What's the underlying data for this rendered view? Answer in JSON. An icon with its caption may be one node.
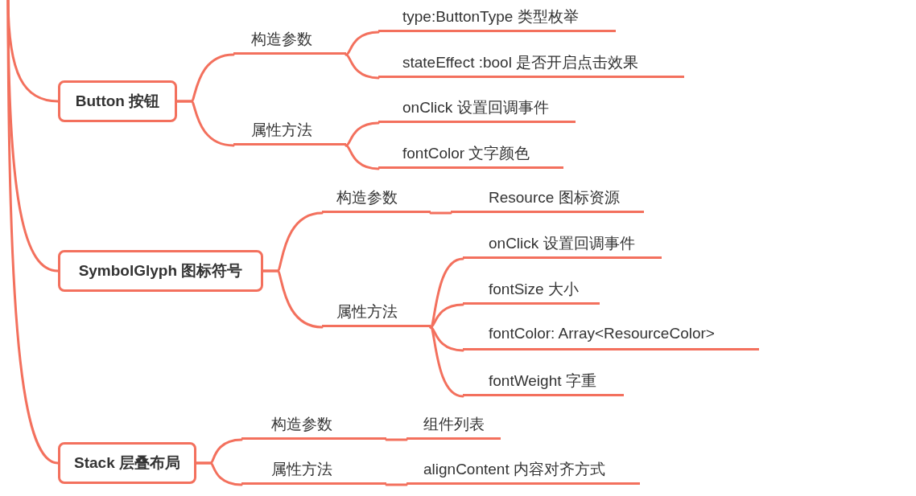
{
  "diagram": {
    "nodes": [
      {
        "text": [
          "Button 按钮"
        ]
      },
      {
        "text": [
          "构造参数"
        ]
      },
      {
        "text": [
          "type:ButtonType 类型枚举"
        ]
      },
      {
        "text": [
          "stateEffect :bool 是否开启点击效果"
        ]
      },
      {
        "text": [
          "属性方法"
        ]
      },
      {
        "text": [
          "onClick 设置回调事件"
        ]
      },
      {
        "text": [
          "fontColor 文字颜色"
        ]
      },
      {
        "text": [
          "SymbolGlyph 图标符号"
        ]
      },
      {
        "text": [
          "构造参数"
        ]
      },
      {
        "text": [
          "Resource 图标资源"
        ]
      },
      {
        "text": [
          "属性方法"
        ]
      },
      {
        "text": [
          "onClick 设置回调事件"
        ]
      },
      {
        "text": [
          "fontSize 大小"
        ]
      },
      {
        "text": [
          "fontColor: Array<ResourceColor>"
        ]
      },
      {
        "text": [
          "fontWeight 字重"
        ]
      },
      {
        "text": [
          "Stack 层叠布局"
        ]
      },
      {
        "text": [
          "构造参数"
        ]
      },
      {
        "text": [
          "组件列表"
        ]
      },
      {
        "text": [
          "属性方法"
        ]
      },
      {
        "text": [
          "alignContent 内容对齐方式"
        ]
      }
    ],
    "edges": [
      {
        "from": null,
        "to": 0,
        "arrow": "none"
      },
      {
        "from": null,
        "to": 7,
        "arrow": "none"
      },
      {
        "from": null,
        "to": 15,
        "arrow": "none"
      },
      {
        "from": 0,
        "to": 1,
        "arrow": "none"
      },
      {
        "from": 1,
        "to": 2,
        "arrow": "none"
      },
      {
        "from": 1,
        "to": 3,
        "arrow": "none"
      },
      {
        "from": 0,
        "to": 4,
        "arrow": "none"
      },
      {
        "from": 4,
        "to": 5,
        "arrow": "none"
      },
      {
        "from": 4,
        "to": 6,
        "arrow": "none"
      },
      {
        "from": 7,
        "to": 8,
        "arrow": "none"
      },
      {
        "from": 8,
        "to": 9,
        "arrow": "none"
      },
      {
        "from": 7,
        "to": 10,
        "arrow": "none"
      },
      {
        "from": 10,
        "to": 11,
        "arrow": "none"
      },
      {
        "from": 10,
        "to": 12,
        "arrow": "none"
      },
      {
        "from": 10,
        "to": 13,
        "arrow": "none"
      },
      {
        "from": 10,
        "to": 14,
        "arrow": "none"
      },
      {
        "from": 15,
        "to": 16,
        "arrow": "none"
      },
      {
        "from": 16,
        "to": 17,
        "arrow": "none"
      },
      {
        "from": 15,
        "to": 18,
        "arrow": "none"
      },
      {
        "from": 18,
        "to": 19,
        "arrow": "none"
      }
    ]
  }
}
